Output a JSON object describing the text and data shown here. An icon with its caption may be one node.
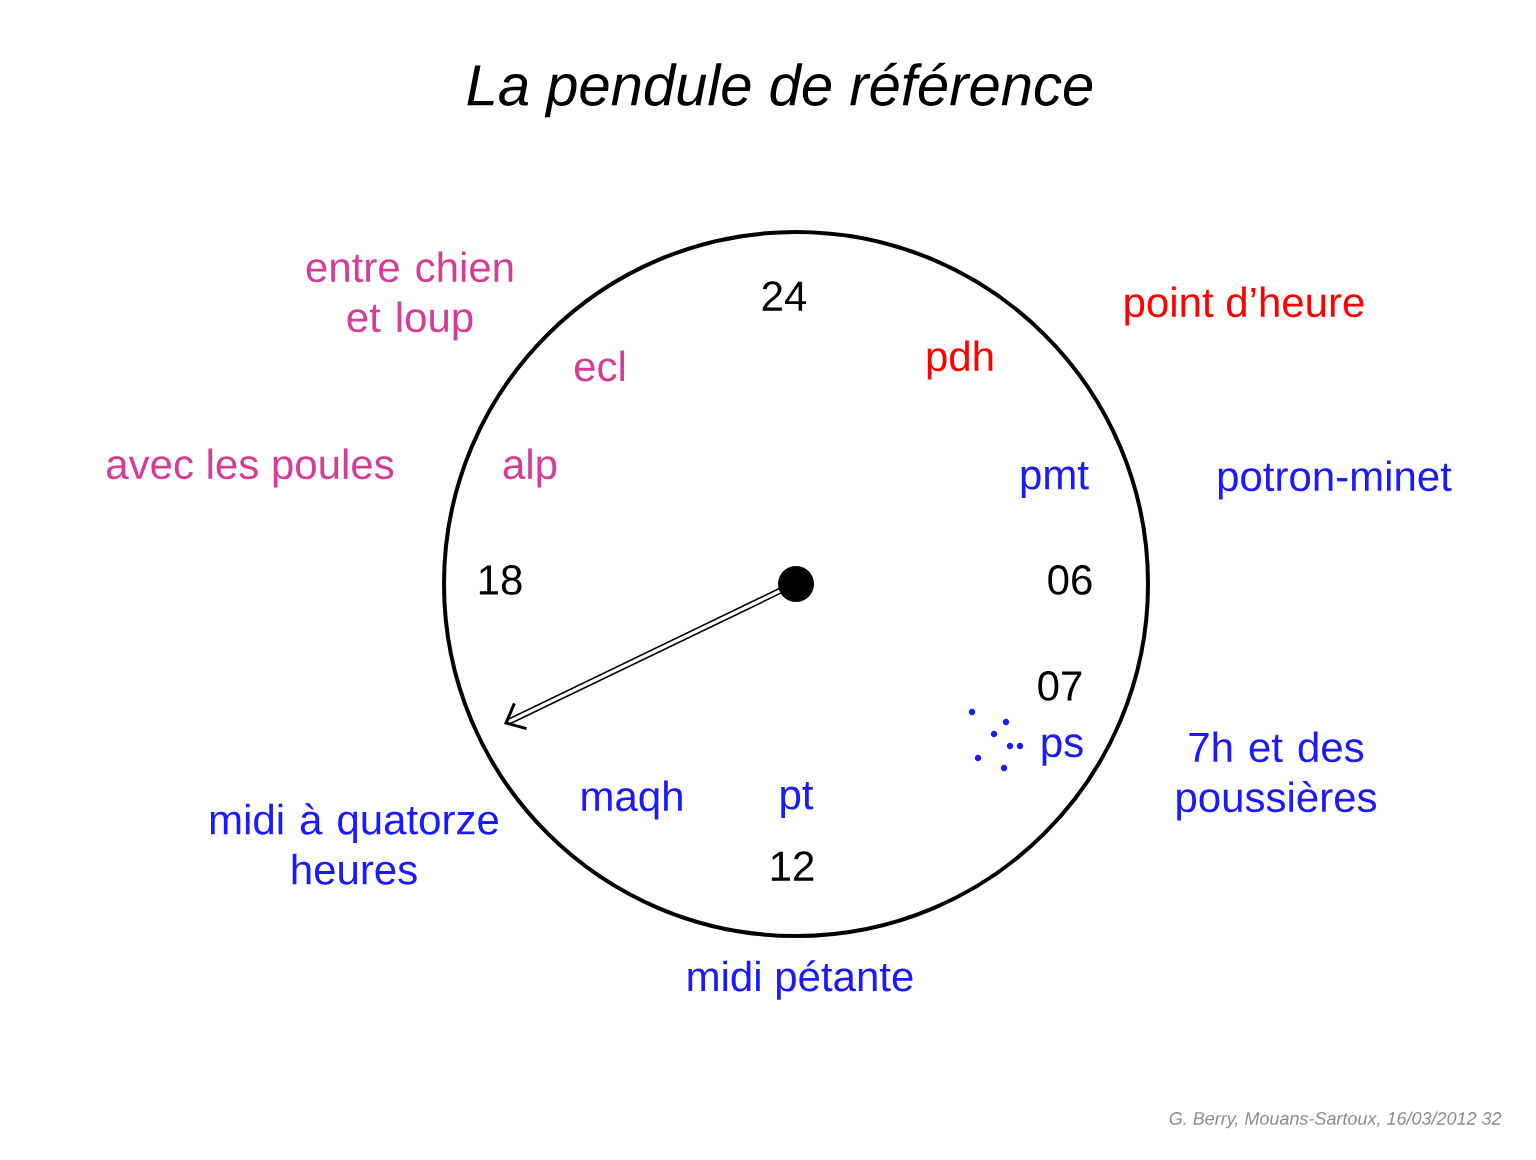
{
  "diagram": {
    "title": "La pendule de référence",
    "labels": [
      "entre chien et loup",
      "24",
      "ecl",
      "pdh",
      "point d’heure",
      "avec les poules",
      "alp",
      "pmt",
      "potron-minet",
      "18",
      "06",
      "07",
      "ps",
      "7h et des poussières",
      "midi à quatorze heures",
      "maqh",
      "pt",
      "12",
      "midi pétante",
      "G. Berry, Mouans-Sartoux,   16/03/2012  32"
    ]
  }
}
